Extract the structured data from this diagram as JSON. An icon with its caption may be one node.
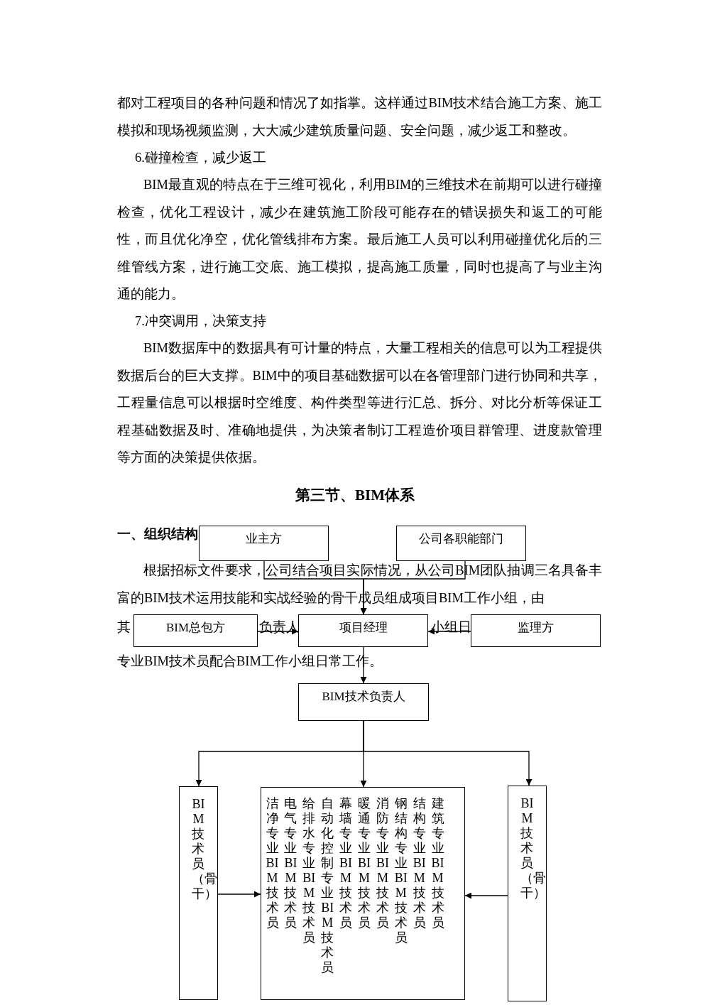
{
  "diagram": {
    "nodes": [
      {
        "text": [
          "业主方"
        ]
      },
      {
        "text": [
          "公司各职能部门"
        ]
      },
      {
        "text": [
          "BIM总包方"
        ]
      },
      {
        "text": [
          "项目经理"
        ]
      },
      {
        "text": [
          "监理方"
        ]
      },
      {
        "text": [
          "BIM技术负责人"
        ]
      },
      {
        "text": [
          "BIM技术员（骨干）"
        ]
      },
      {
        "text": [
          "建筑专业BIM技术员",
          "结构专业BIM技术员",
          "钢结构专业BIM技术员",
          "消防专业BIM技术员",
          "暖通专业BIM技术员",
          "幕墙专业BIM技术员",
          "自动化控制专业BIM技术员",
          "给排水专业BIM技术员",
          "电气专业BIM技术员",
          "洁净专业BIM技术员"
        ]
      },
      {
        "text": [
          "BIM技术员（骨干）"
        ]
      }
    ],
    "edges": [
      {
        "from": 0,
        "to": 3,
        "arrow": "to"
      },
      {
        "from": 1,
        "to": 3,
        "arrow": "to"
      },
      {
        "from": 2,
        "to": 3,
        "arrow": "to"
      },
      {
        "from": 4,
        "to": 3,
        "arrow": "to"
      },
      {
        "from": 3,
        "to": 5,
        "arrow": "to"
      },
      {
        "from": 5,
        "to": 6,
        "arrow": "to"
      },
      {
        "from": 5,
        "to": 7,
        "arrow": "to"
      },
      {
        "from": 5,
        "to": 8,
        "arrow": "to"
      },
      {
        "from": 6,
        "to": 7,
        "arrow": "to"
      },
      {
        "from": 8,
        "to": 7,
        "arrow": "to"
      }
    ],
    "labels": [
      "都对工程项目的各种问题和情况了如指掌。这样通过BIM技术结合施工方案、施工模拟和现场视频监测，大大减少建筑质量问题、安全问题，减少返工和整改。",
      "6.碰撞检查，减少返工",
      "BIM最直观的特点在于三维可视化，利用BIM的三维技术在前期可以进行碰撞检查，优化工程设计，减少在建筑施工阶段可能存在的错误损失和返工的可能性，而且优化净空，优化管线排布方案。最后施工人员可以利用碰撞优化后的三维管线方案，进行施工交底、施工模拟，提高施工质量，同时也提高了与业主沟通的能力。",
      "7.冲突调用，决策支持",
      "BIM数据库中的数据具有可计量的特点，大量工程相关的信息可以为工程提供数据后台的巨大支撑。BIM中的项目基础数据可以在各管理部门进行协同和共享，工程量信息可以根据时空维度、构件类型等进行汇总、拆分、对比分析等保证工程基础数据及时、准确地提供，为决策者制订工程造价项目群管理、进度款管理等方面的决策提供依据。",
      "第三节、BIM体系",
      "一、组织结构",
      "根据招标文件要求，公司结合项目实际情况，从公司BIM团队抽调三名具备丰富的BIM技术运用技能和实战经验的骨干成员组成项目BIM工作小组，由",
      "其",
      "负责人",
      "小组日",
      "专业BIM技术员配合BIM工作小组日常工作。"
    ]
  }
}
